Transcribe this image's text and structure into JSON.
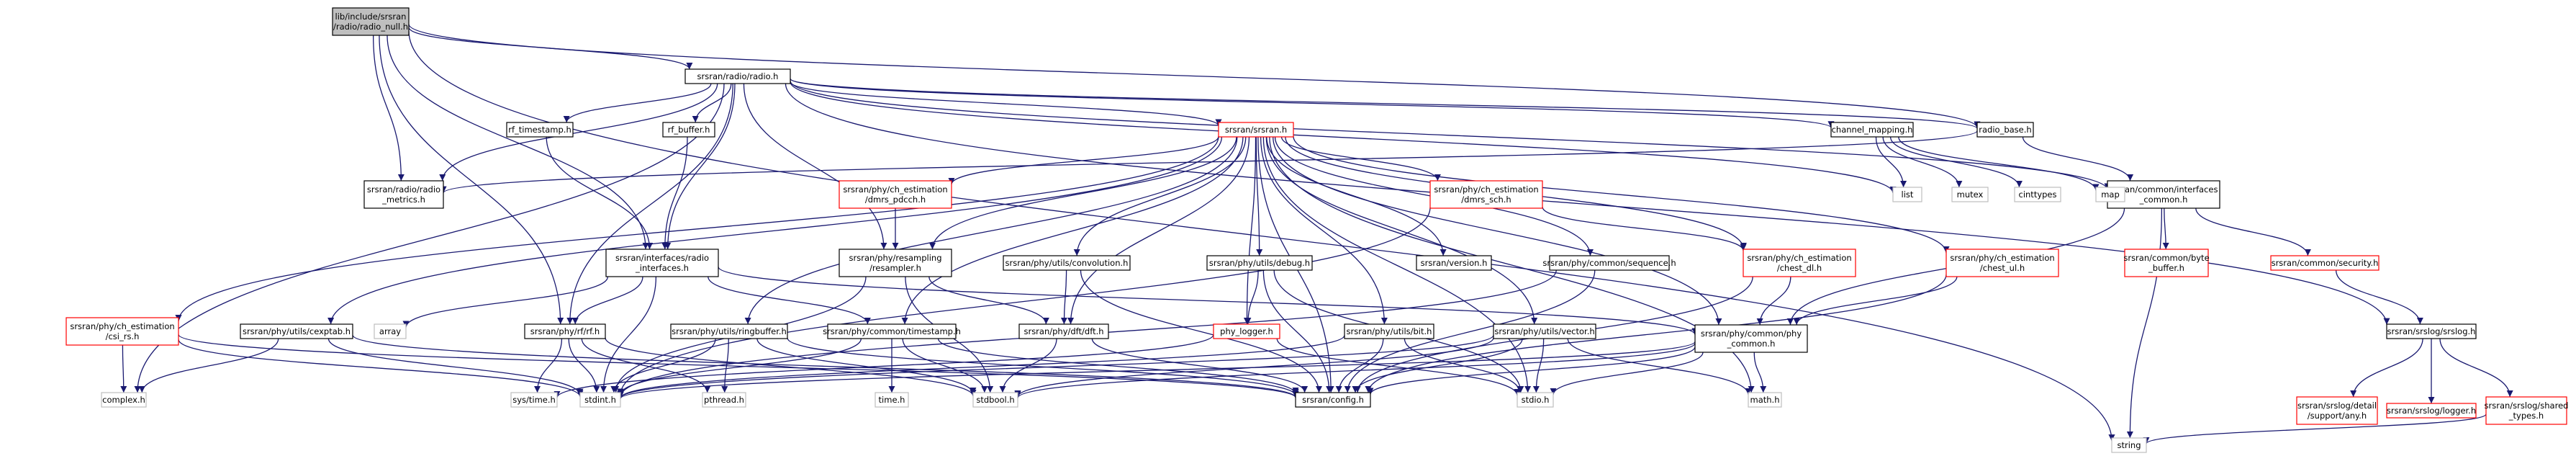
{
  "graph": {
    "title": "",
    "nodes": [
      {
        "id": "root",
        "lines": [
          "lib/include/srsran",
          "/radio/radio_null.h"
        ],
        "style": "root"
      },
      {
        "id": "radio",
        "lines": [
          "srsran/radio/radio.h"
        ],
        "style": "normal"
      },
      {
        "id": "radio_metrics",
        "lines": [
          "srsran/radio/radio",
          "_metrics.h"
        ],
        "style": "normal"
      },
      {
        "id": "rf_timestamp",
        "lines": [
          "rf_timestamp.h"
        ],
        "style": "normal"
      },
      {
        "id": "rf_buffer",
        "lines": [
          "rf_buffer.h"
        ],
        "style": "normal"
      },
      {
        "id": "srsran",
        "lines": [
          "srsran/srsran.h"
        ],
        "style": "red"
      },
      {
        "id": "channel_mapping",
        "lines": [
          "channel_mapping.h"
        ],
        "style": "normal"
      },
      {
        "id": "radio_base",
        "lines": [
          "radio_base.h"
        ],
        "style": "normal"
      },
      {
        "id": "interfaces_common",
        "lines": [
          "srsran/common/interfaces",
          "_common.h"
        ],
        "style": "normal"
      },
      {
        "id": "dmrs_pdcch",
        "lines": [
          "srsran/phy/ch_estimation",
          "/dmrs_pdcch.h"
        ],
        "style": "red"
      },
      {
        "id": "dmrs_sch",
        "lines": [
          "srsran/phy/ch_estimation",
          "/dmrs_sch.h"
        ],
        "style": "red"
      },
      {
        "id": "list",
        "lines": [
          "list"
        ],
        "style": "grey"
      },
      {
        "id": "mutex",
        "lines": [
          "mutex"
        ],
        "style": "grey"
      },
      {
        "id": "cinttypes",
        "lines": [
          "cinttypes"
        ],
        "style": "grey"
      },
      {
        "id": "map",
        "lines": [
          "map"
        ],
        "style": "grey"
      },
      {
        "id": "radio_interfaces",
        "lines": [
          "srsran/interfaces/radio",
          "_interfaces.h"
        ],
        "style": "normal"
      },
      {
        "id": "resampler",
        "lines": [
          "srsran/phy/resampling",
          "/resampler.h"
        ],
        "style": "normal"
      },
      {
        "id": "convolution",
        "lines": [
          "srsran/phy/utils/convolution.h"
        ],
        "style": "normal"
      },
      {
        "id": "debug",
        "lines": [
          "srsran/phy/utils/debug.h"
        ],
        "style": "normal"
      },
      {
        "id": "version",
        "lines": [
          "srsran/version.h"
        ],
        "style": "normal"
      },
      {
        "id": "sequence",
        "lines": [
          "srsran/phy/common/sequence.h"
        ],
        "style": "normal"
      },
      {
        "id": "chest_dl",
        "lines": [
          "srsran/phy/ch_estimation",
          "/chest_dl.h"
        ],
        "style": "red"
      },
      {
        "id": "chest_ul",
        "lines": [
          "srsran/phy/ch_estimation",
          "/chest_ul.h"
        ],
        "style": "red"
      },
      {
        "id": "byte_buffer",
        "lines": [
          "srsran/common/byte",
          "_buffer.h"
        ],
        "style": "red"
      },
      {
        "id": "security",
        "lines": [
          "srsran/common/security.h"
        ],
        "style": "red"
      },
      {
        "id": "csi_rs",
        "lines": [
          "srsran/phy/ch_estimation",
          "/csi_rs.h"
        ],
        "style": "red"
      },
      {
        "id": "cexptab",
        "lines": [
          "srsran/phy/utils/cexptab.h"
        ],
        "style": "normal"
      },
      {
        "id": "array",
        "lines": [
          "array"
        ],
        "style": "grey"
      },
      {
        "id": "rfft",
        "lines": [
          "srsran/phy/rf/rf.h"
        ],
        "style": "normal"
      },
      {
        "id": "ringbuffer",
        "lines": [
          "srsran/phy/utils/ringbuffer.h"
        ],
        "style": "normal"
      },
      {
        "id": "timestamp",
        "lines": [
          "srsran/phy/common/timestamp.h"
        ],
        "style": "normal"
      },
      {
        "id": "dft",
        "lines": [
          "srsran/phy/dft/dft.h"
        ],
        "style": "normal"
      },
      {
        "id": "phy_logger",
        "lines": [
          "phy_logger.h"
        ],
        "style": "red"
      },
      {
        "id": "bit",
        "lines": [
          "srsran/phy/utils/bit.h"
        ],
        "style": "normal"
      },
      {
        "id": "vector",
        "lines": [
          "srsran/phy/utils/vector.h"
        ],
        "style": "normal"
      },
      {
        "id": "phy_common",
        "lines": [
          "srsran/phy/common/phy",
          "_common.h"
        ],
        "style": "normal"
      },
      {
        "id": "srslog",
        "lines": [
          "srsran/srslog/srslog.h"
        ],
        "style": "normal"
      },
      {
        "id": "complex",
        "lines": [
          "complex.h"
        ],
        "style": "grey"
      },
      {
        "id": "systime",
        "lines": [
          "sys/time.h"
        ],
        "style": "grey"
      },
      {
        "id": "stdint",
        "lines": [
          "stdint.h"
        ],
        "style": "grey"
      },
      {
        "id": "pthread",
        "lines": [
          "pthread.h"
        ],
        "style": "grey"
      },
      {
        "id": "timeh",
        "lines": [
          "time.h"
        ],
        "style": "grey"
      },
      {
        "id": "stdbool",
        "lines": [
          "stdbool.h"
        ],
        "style": "grey"
      },
      {
        "id": "config",
        "lines": [
          "srsran/config.h"
        ],
        "style": "normal"
      },
      {
        "id": "stdio",
        "lines": [
          "stdio.h"
        ],
        "style": "grey"
      },
      {
        "id": "math",
        "lines": [
          "math.h"
        ],
        "style": "grey"
      },
      {
        "id": "detail_any",
        "lines": [
          "srsran/srslog/detail",
          "/support/any.h"
        ],
        "style": "red"
      },
      {
        "id": "logger",
        "lines": [
          "srsran/srslog/logger.h"
        ],
        "style": "red"
      },
      {
        "id": "shared_types",
        "lines": [
          "srsran/srslog/shared",
          "_types.h"
        ],
        "style": "red"
      },
      {
        "id": "string",
        "lines": [
          "string"
        ],
        "style": "grey"
      }
    ],
    "edges": [
      [
        "root",
        "radio"
      ],
      [
        "root",
        "radio_metrics"
      ],
      [
        "root",
        "radio_interfaces"
      ],
      [
        "root",
        "rfft"
      ],
      [
        "root",
        "radio_base"
      ],
      [
        "root",
        "string"
      ],
      [
        "radio",
        "radio_metrics"
      ],
      [
        "radio",
        "rf_timestamp"
      ],
      [
        "radio",
        "rf_buffer"
      ],
      [
        "radio",
        "srsran"
      ],
      [
        "radio",
        "channel_mapping"
      ],
      [
        "radio",
        "radio_base"
      ],
      [
        "radio",
        "interfaces_common"
      ],
      [
        "radio",
        "list"
      ],
      [
        "radio",
        "radio_interfaces"
      ],
      [
        "radio",
        "resampler"
      ],
      [
        "radio",
        "rfft"
      ],
      [
        "radio",
        "srslog"
      ],
      [
        "radio",
        "complex"
      ],
      [
        "rf_timestamp",
        "radio_interfaces"
      ],
      [
        "rf_buffer",
        "radio_interfaces"
      ],
      [
        "srsran",
        "dmrs_pdcch"
      ],
      [
        "srsran",
        "dmrs_sch"
      ],
      [
        "srsran",
        "convolution"
      ],
      [
        "srsran",
        "debug"
      ],
      [
        "srsran",
        "version"
      ],
      [
        "srsran",
        "sequence"
      ],
      [
        "srsran",
        "chest_dl"
      ],
      [
        "srsran",
        "chest_ul"
      ],
      [
        "srsran",
        "csi_rs"
      ],
      [
        "srsran",
        "cexptab"
      ],
      [
        "srsran",
        "ringbuffer"
      ],
      [
        "srsran",
        "timestamp"
      ],
      [
        "srsran",
        "dft"
      ],
      [
        "srsran",
        "phy_logger"
      ],
      [
        "srsran",
        "bit"
      ],
      [
        "srsran",
        "vector"
      ],
      [
        "srsran",
        "phy_common"
      ],
      [
        "srsran",
        "resampler"
      ],
      [
        "srsran",
        "config"
      ],
      [
        "srsran",
        "math"
      ],
      [
        "srsran",
        "stdio"
      ],
      [
        "channel_mapping",
        "list"
      ],
      [
        "channel_mapping",
        "mutex"
      ],
      [
        "channel_mapping",
        "cinttypes"
      ],
      [
        "channel_mapping",
        "map"
      ],
      [
        "radio_base",
        "radio_metrics"
      ],
      [
        "radio_base",
        "interfaces_common"
      ],
      [
        "interfaces_common",
        "byte_buffer"
      ],
      [
        "interfaces_common",
        "security"
      ],
      [
        "interfaces_common",
        "phy_common"
      ],
      [
        "interfaces_common",
        "string"
      ],
      [
        "dmrs_pdcch",
        "resampler"
      ],
      [
        "dmrs_sch",
        "chest_dl"
      ],
      [
        "dmrs_sch",
        "stdint"
      ],
      [
        "radio_interfaces",
        "array"
      ],
      [
        "radio_interfaces",
        "rfft"
      ],
      [
        "radio_interfaces",
        "timestamp"
      ],
      [
        "radio_interfaces",
        "phy_common"
      ],
      [
        "radio_interfaces",
        "stdint"
      ],
      [
        "resampler",
        "dft"
      ],
      [
        "resampler",
        "stdbool"
      ],
      [
        "resampler",
        "stdint"
      ],
      [
        "convolution",
        "dft"
      ],
      [
        "convolution",
        "config"
      ],
      [
        "debug",
        "phy_logger"
      ],
      [
        "debug",
        "config"
      ],
      [
        "debug",
        "stdio"
      ],
      [
        "sequence",
        "config"
      ],
      [
        "sequence",
        "stdint"
      ],
      [
        "chest_dl",
        "phy_common"
      ],
      [
        "chest_dl",
        "config"
      ],
      [
        "chest_ul",
        "phy_common"
      ],
      [
        "chest_ul",
        "config"
      ],
      [
        "security",
        "srslog"
      ],
      [
        "csi_rs",
        "complex"
      ],
      [
        "csi_rs",
        "stdint"
      ],
      [
        "csi_rs",
        "config"
      ],
      [
        "cexptab",
        "complex"
      ],
      [
        "cexptab",
        "stdint"
      ],
      [
        "cexptab",
        "config"
      ],
      [
        "rfft",
        "systime"
      ],
      [
        "rfft",
        "stdint"
      ],
      [
        "rfft",
        "stdbool"
      ],
      [
        "rfft",
        "pthread"
      ],
      [
        "ringbuffer",
        "pthread"
      ],
      [
        "ringbuffer",
        "stdint"
      ],
      [
        "ringbuffer",
        "stdbool"
      ],
      [
        "ringbuffer",
        "config"
      ],
      [
        "timestamp",
        "timeh"
      ],
      [
        "timestamp",
        "stdint"
      ],
      [
        "timestamp",
        "stdbool"
      ],
      [
        "timestamp",
        "config"
      ],
      [
        "dft",
        "stdbool"
      ],
      [
        "dft",
        "config"
      ],
      [
        "phy_logger",
        "stdio"
      ],
      [
        "phy_logger",
        "systime"
      ],
      [
        "bit",
        "stdint"
      ],
      [
        "bit",
        "config"
      ],
      [
        "bit",
        "stdio"
      ],
      [
        "vector",
        "stdint"
      ],
      [
        "vector",
        "stdio"
      ],
      [
        "vector",
        "stdbool"
      ],
      [
        "vector",
        "config"
      ],
      [
        "vector",
        "math"
      ],
      [
        "phy_common",
        "stdint"
      ],
      [
        "phy_common",
        "stdbool"
      ],
      [
        "phy_common",
        "config"
      ],
      [
        "phy_common",
        "stdio"
      ],
      [
        "phy_common",
        "math"
      ],
      [
        "srslog",
        "detail_any"
      ],
      [
        "srslog",
        "logger"
      ],
      [
        "srslog",
        "shared_types"
      ],
      [
        "shared_types",
        "string"
      ]
    ]
  }
}
